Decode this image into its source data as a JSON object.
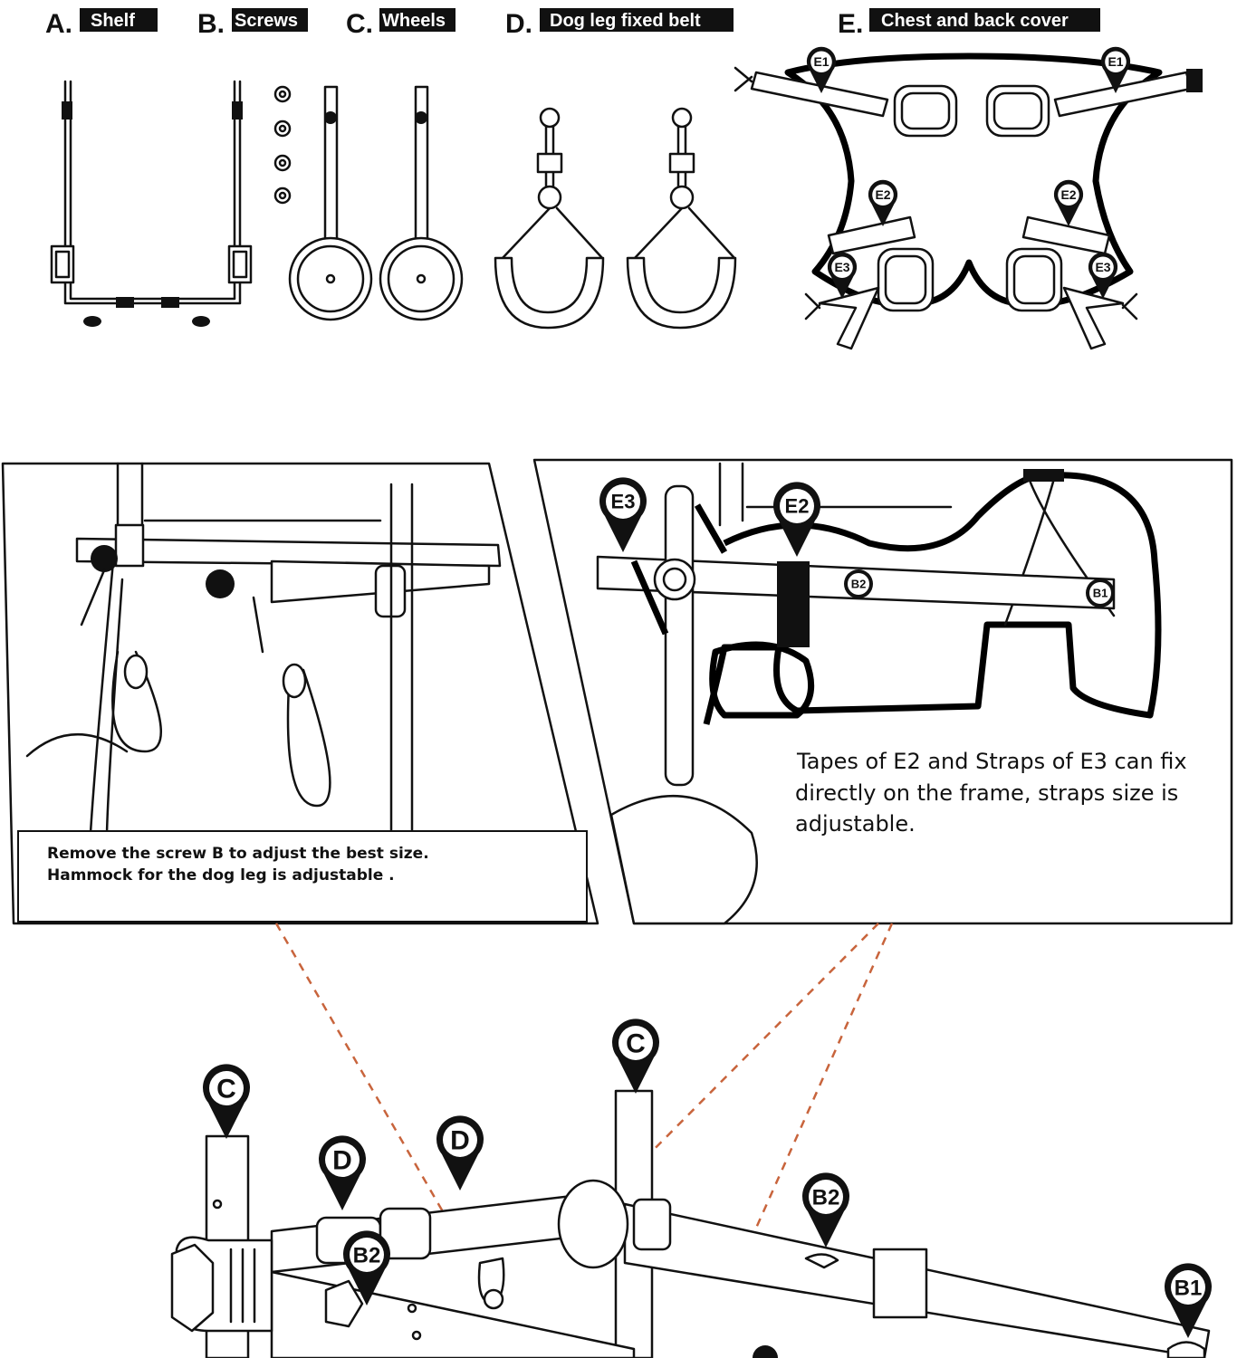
{
  "parts": [
    {
      "letter": "A.",
      "name": "Shelf"
    },
    {
      "letter": "B.",
      "name": "Screws"
    },
    {
      "letter": "C.",
      "name": "Wheels"
    },
    {
      "letter": "D.",
      "name": "Dog leg fixed belt"
    },
    {
      "letter": "E.",
      "name": "Chest and back cover"
    }
  ],
  "left_panel": {
    "caption_line1": "Remove the screw B to adjust the best size.",
    "caption_line2": "Hammock for the dog leg is adjustable ."
  },
  "right_panel": {
    "caption_line1": "Tapes of E2 and Straps of E3 can fix",
    "caption_line2": "directly on the frame, straps size is",
    "caption_line3": "adjustable."
  },
  "markers": {
    "e1": "E1",
    "e2": "E2",
    "e3": "E3",
    "b1": "B1",
    "b2": "B2",
    "c": "C",
    "d": "D"
  },
  "colors": {
    "leader_line": "#c8643c",
    "ink": "#111111"
  }
}
